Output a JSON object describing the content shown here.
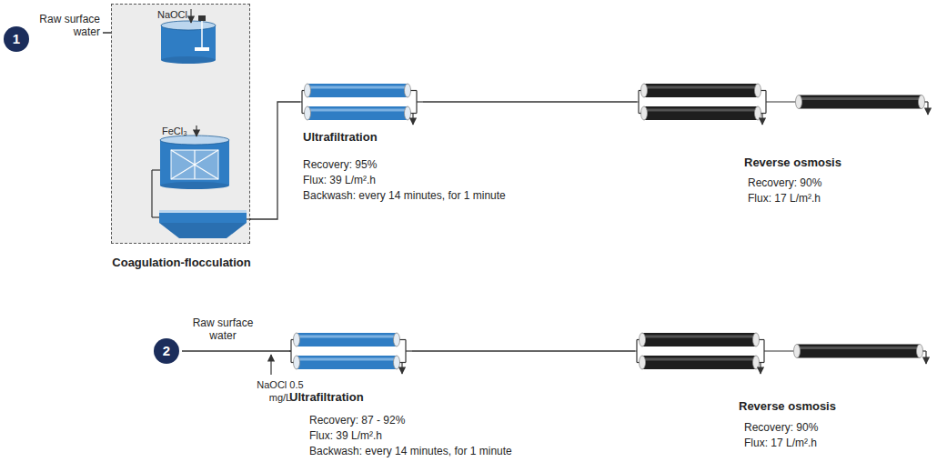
{
  "diagram": {
    "nodes": [
      {
        "text": [
          "1"
        ]
      },
      {
        "text": [
          "Coagulation-flocculation"
        ]
      },
      {
        "text": [
          "NaOCl"
        ],
        "in": 1
      },
      {
        "text": [
          "FeCl₃"
        ],
        "in": 1
      },
      {
        "text": [
          "Ultrafiltration",
          "Recovery: 95%",
          "Flux: 39 L/m².h",
          "Backwash: every 14 minutes, for 1 minute"
        ]
      },
      {
        "text": [
          "Reverse osmosis",
          "Recovery: 90%",
          "Flux: 17 L/m².h"
        ]
      },
      {
        "text": [
          "2"
        ]
      },
      {
        "text": [
          "Ultrafiltration",
          "Recovery: 87 - 92%",
          "Flux: 39 L/m².h",
          "Backwash: every 14 minutes, for 1 minute"
        ]
      },
      {
        "text": [
          "Reverse osmosis",
          "Recovery: 90%",
          "Flux: 17 L/m².h"
        ]
      }
    ],
    "edges": [
      {
        "from": 2,
        "to": 3,
        "arrow": "none"
      },
      {
        "from": 1,
        "to": 4,
        "arrow": "none"
      },
      {
        "from": 4,
        "to": 5,
        "arrow": "none"
      },
      {
        "from": 7,
        "to": 8,
        "arrow": "none"
      }
    ],
    "labels": [
      "Raw surface water",
      "Raw surface water",
      "NaOCl 0.5 mg/L"
    ]
  }
}
